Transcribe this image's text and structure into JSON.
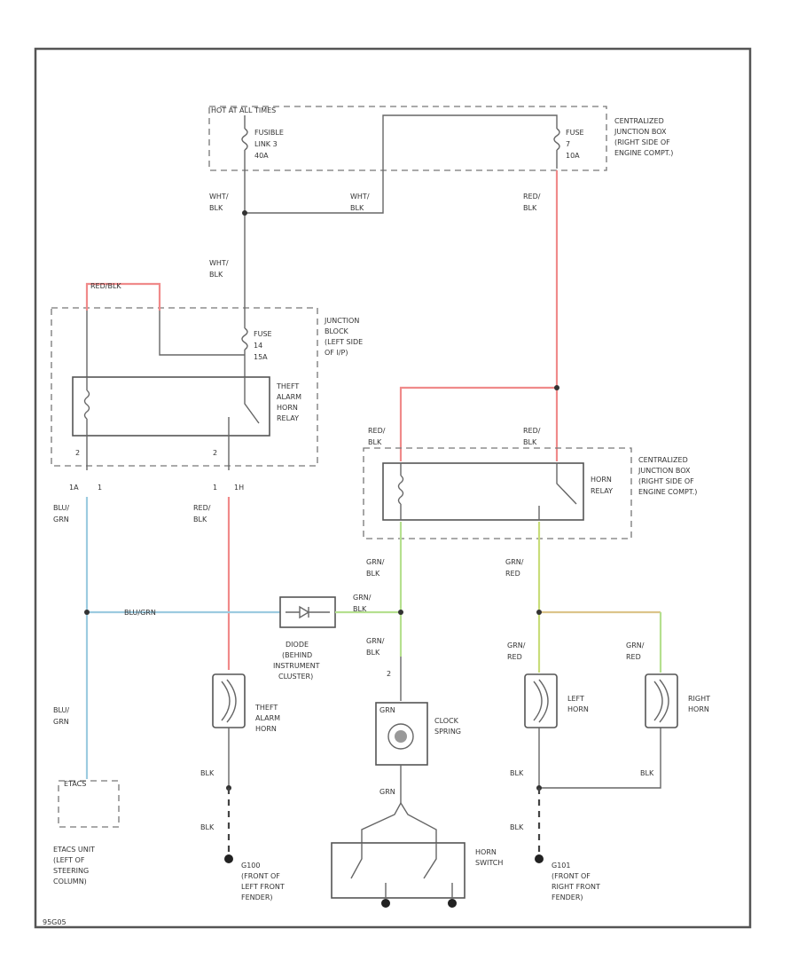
{
  "labels": {
    "hot_at_all_times": "HOT AT ALL TIMES",
    "fusible_link_1": "FUSIBLE",
    "fusible_link_2": "LINK 3",
    "fusible_link_3": "40A",
    "fuse7_1": "FUSE",
    "fuse7_2": "7",
    "fuse7_3": "10A",
    "cjb_top_1": "CENTRALIZED",
    "cjb_top_2": "JUNCTION BOX",
    "cjb_top_3": "(RIGHT SIDE OF",
    "cjb_top_4": "ENGINE COMPT.)",
    "wire_wht_blk_a1": "WHT/",
    "wire_wht_blk_a2": "BLK",
    "wire_wht_blk_b1": "WHT/",
    "wire_wht_blk_b2": "BLK",
    "wire_red_blk_a1": "RED/",
    "wire_red_blk_a2": "BLK",
    "wire_wht_blk_c1": "WHT/",
    "wire_wht_blk_c2": "BLK",
    "wire_red_blk_top": "RED/BLK",
    "fuse14_1": "FUSE",
    "fuse14_2": "14",
    "fuse14_3": "15A",
    "jb_1": "JUNCTION",
    "jb_2": "BLOCK",
    "jb_3": "(LEFT SIDE",
    "jb_4": "OF I/P)",
    "tar_1": "THEFT",
    "tar_2": "ALARM",
    "tar_3": "HORN",
    "tar_4": "RELAY",
    "pin_2a": "2",
    "pin_2b": "2",
    "pin_1": "1",
    "pin_1a": "1A",
    "pin_1h": "1H",
    "wire_red_blk_b1": "RED/",
    "wire_red_blk_b2": "BLK",
    "wire_red_blk_c1": "RED/",
    "wire_red_blk_c2": "BLK",
    "cjb_mid_1": "CENTRALIZED",
    "cjb_mid_2": "JUNCTION BOX",
    "cjb_mid_3": "(RIGHT SIDE OF",
    "cjb_mid_4": "ENGINE COMPT.)",
    "horn_relay_1": "HORN",
    "horn_relay_2": "RELAY",
    "wire_blu_grn_a1": "BLU/",
    "wire_blu_grn_a2": "GRN",
    "wire_red_blk_d1": "RED/",
    "wire_red_blk_d2": "BLK",
    "wire_grn_blk_a1": "GRN/",
    "wire_grn_blk_a2": "BLK",
    "wire_grn_red_a1": "GRN/",
    "wire_grn_red_a2": "RED",
    "wire_blu_grn_inline": "BLU/GRN",
    "wire_grn_blk_b1": "GRN/",
    "wire_grn_blk_b2": "BLK",
    "diode_1": "DIODE",
    "diode_2": "(BEHIND",
    "diode_3": "INSTRUMENT",
    "diode_4": "CLUSTER)",
    "wire_grn_blk_c1": "GRN/",
    "wire_grn_blk_c2": "BLK",
    "wire_grn_red_b1": "GRN/",
    "wire_grn_red_b2": "RED",
    "wire_grn_red_c1": "GRN/",
    "wire_grn_red_c2": "RED",
    "pin_2c": "2",
    "wire_blu_grn_b1": "BLU/",
    "wire_blu_grn_b2": "GRN",
    "tah_1": "THEFT",
    "tah_2": "ALARM",
    "tah_3": "HORN",
    "grn_small": "GRN",
    "clock_1": "CLOCK",
    "clock_2": "SPRING",
    "left_horn_1": "LEFT",
    "left_horn_2": "HORN",
    "right_horn_1": "RIGHT",
    "right_horn_2": "HORN",
    "etacs_small": "ETACS",
    "wire_blk_a": "BLK",
    "wire_blk_b": "BLK",
    "wire_blk_c": "BLK",
    "wire_blk_d": "BLK",
    "wire_blk_e": "BLK",
    "grn_small_2": "GRN",
    "horn_switch_1": "HORN",
    "horn_switch_2": "SWITCH",
    "etacs_1": "ETACS UNIT",
    "etacs_2": "(LEFT OF",
    "etacs_3": "STEERING",
    "etacs_4": "COLUMN)",
    "g100_1": "G100",
    "g100_2": "(FRONT OF",
    "g100_3": "LEFT FRONT",
    "g100_4": "FENDER)",
    "g101_1": "G101",
    "g101_2": "(FRONT OF",
    "g101_3": "RIGHT FRONT",
    "g101_4": "FENDER)",
    "fig_id": "95G05"
  },
  "colors": {
    "red_wire": "#f08a8a",
    "blue_wire": "#9ccbe0",
    "green_wire": "#b5e08f",
    "yellow_wire": "#dcc48a"
  }
}
